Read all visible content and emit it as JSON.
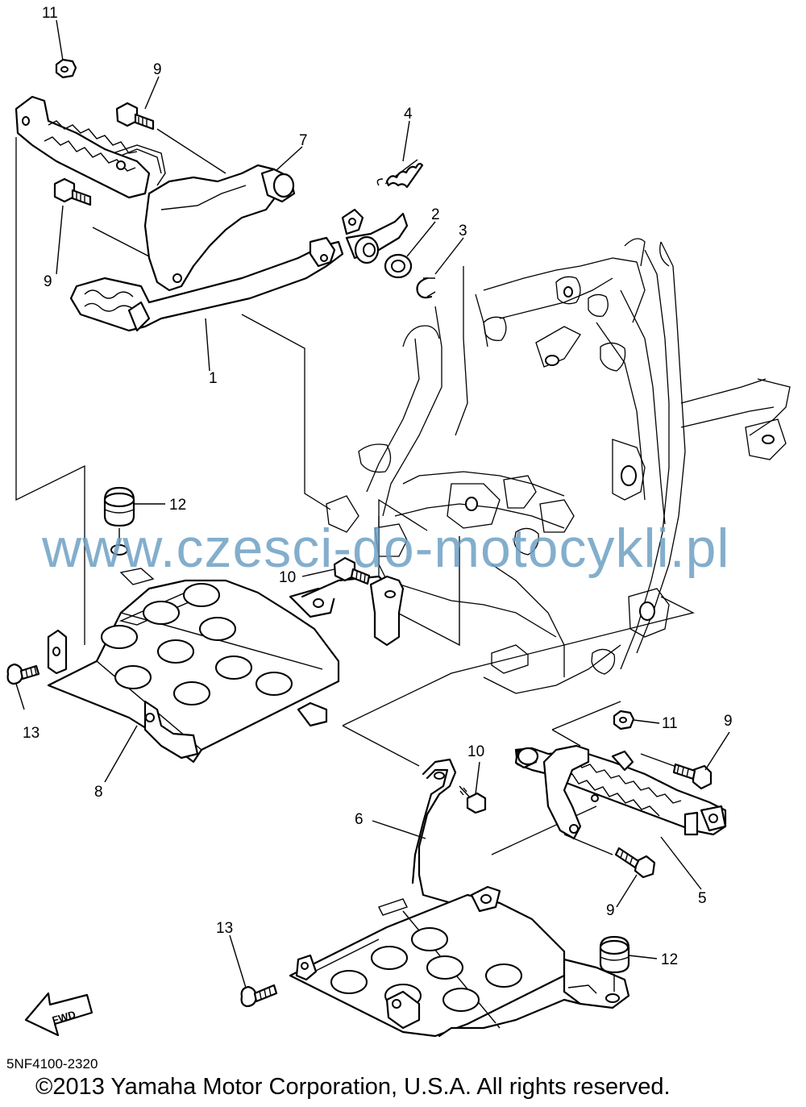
{
  "callouts": {
    "c1": "1",
    "c2": "2",
    "c3": "3",
    "c4": "4",
    "c5": "5",
    "c6": "6",
    "c7": "7",
    "c8": "8",
    "c9a": "9",
    "c9b": "9",
    "c9c": "9",
    "c9d": "9",
    "c10a": "10",
    "c10b": "10",
    "c11a": "11",
    "c11b": "11",
    "c12a": "12",
    "c12b": "12",
    "c13a": "13",
    "c13b": "13"
  },
  "fwd_label": "FWD",
  "diagram_code": "5NF4100-2320",
  "copyright": "©2013 Yamaha Motor Corporation, U.S.A. All rights reserved.",
  "watermark": "www.czesci-do-motocykli.pl",
  "colors": {
    "watermark": "#6ea0c4",
    "line": "#000000",
    "background": "#ffffff"
  }
}
